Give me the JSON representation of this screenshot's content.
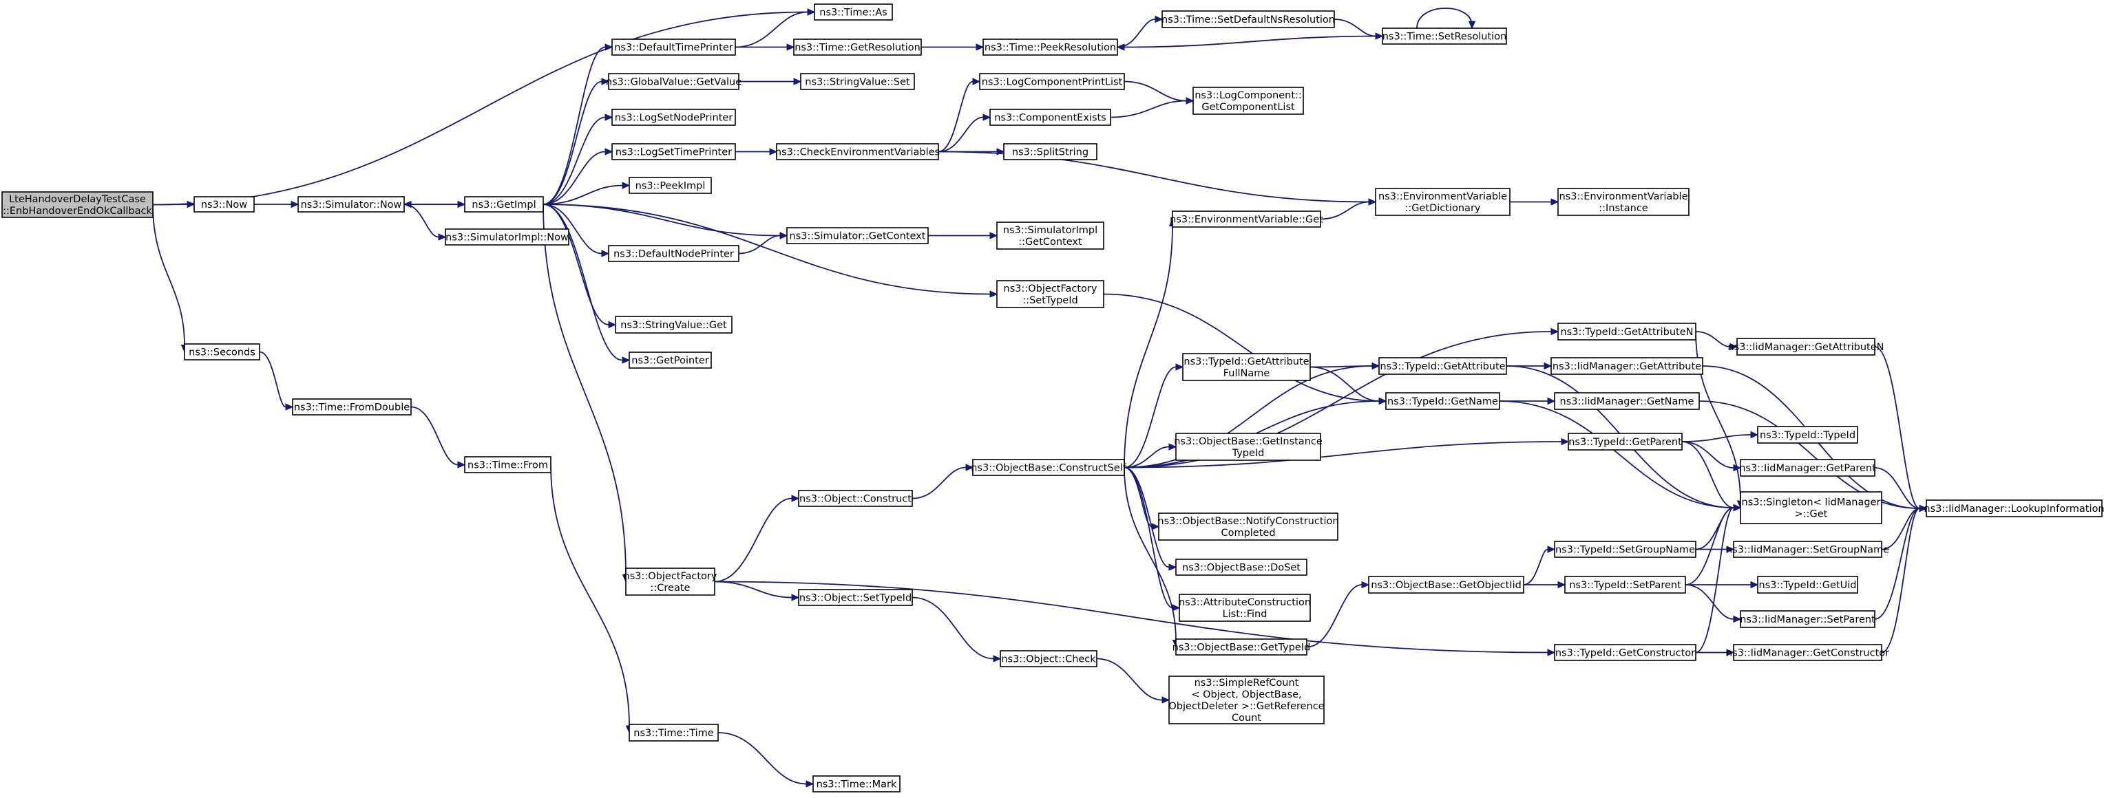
{
  "nodes": {
    "root": {
      "lines": [
        "LteHandoverDelayTestCase",
        "::EnbHandoverEndOkCallback"
      ],
      "root": true
    },
    "now": {
      "lines": [
        "ns3::Now"
      ]
    },
    "seconds": {
      "lines": [
        "ns3::Seconds"
      ]
    },
    "simNow": {
      "lines": [
        "ns3::Simulator::Now"
      ]
    },
    "simImplNow": {
      "lines": [
        "ns3::SimulatorImpl::Now"
      ]
    },
    "fromDouble": {
      "lines": [
        "ns3::Time::FromDouble"
      ]
    },
    "timeFrom": {
      "lines": [
        "ns3::Time::From"
      ]
    },
    "getImpl": {
      "lines": [
        "ns3::GetImpl"
      ]
    },
    "timeAs": {
      "lines": [
        "ns3::Time::As"
      ]
    },
    "defTimePrinter": {
      "lines": [
        "ns3::DefaultTimePrinter"
      ]
    },
    "gvGetValue": {
      "lines": [
        "ns3::GlobalValue::GetValue"
      ]
    },
    "logSetNodePrinter": {
      "lines": [
        "ns3::LogSetNodePrinter"
      ]
    },
    "logSetTimePrinter": {
      "lines": [
        "ns3::LogSetTimePrinter"
      ]
    },
    "peekImpl": {
      "lines": [
        "ns3::PeekImpl"
      ]
    },
    "defNodePrinter": {
      "lines": [
        "ns3::DefaultNodePrinter"
      ]
    },
    "svGet": {
      "lines": [
        "ns3::StringValue::Get"
      ]
    },
    "getPointer": {
      "lines": [
        "ns3::GetPointer"
      ]
    },
    "ofCreate": {
      "lines": [
        "ns3::ObjectFactory",
        "::Create"
      ]
    },
    "timeTime": {
      "lines": [
        "ns3::Time::Time"
      ]
    },
    "timeMark": {
      "lines": [
        "ns3::Time::Mark"
      ]
    },
    "getResolution": {
      "lines": [
        "ns3::Time::GetResolution"
      ]
    },
    "svSet": {
      "lines": [
        "ns3::StringValue::Set"
      ]
    },
    "checkEnv": {
      "lines": [
        "ns3::CheckEnvironmentVariables"
      ]
    },
    "simGetContext": {
      "lines": [
        "ns3::Simulator::GetContext"
      ]
    },
    "objConstruct": {
      "lines": [
        "ns3::Object::Construct"
      ]
    },
    "objSetTypeId": {
      "lines": [
        "ns3::Object::SetTypeId"
      ]
    },
    "peekResolution": {
      "lines": [
        "ns3::Time::PeekResolution"
      ]
    },
    "logCompPrintList": {
      "lines": [
        "ns3::LogComponentPrintList"
      ]
    },
    "compExists": {
      "lines": [
        "ns3::ComponentExists"
      ]
    },
    "splitString": {
      "lines": [
        "ns3::SplitString"
      ]
    },
    "simImplGetContext": {
      "lines": [
        "ns3::SimulatorImpl",
        "::GetContext"
      ]
    },
    "ofSetTypeId": {
      "lines": [
        "ns3::ObjectFactory",
        "::SetTypeId"
      ]
    },
    "obConstructSelf": {
      "lines": [
        "ns3::ObjectBase::ConstructSelf"
      ]
    },
    "objCheck": {
      "lines": [
        "ns3::Object::Check"
      ]
    },
    "setDefaultNsRes": {
      "lines": [
        "ns3::Time::SetDefaultNsResolution"
      ]
    },
    "setResolution": {
      "lines": [
        "ns3::Time::SetResolution"
      ]
    },
    "logCompGetList": {
      "lines": [
        "ns3::LogComponent::",
        "GetComponentList"
      ]
    },
    "envVarGet": {
      "lines": [
        "ns3::EnvironmentVariable::Get"
      ]
    },
    "envVarGetDict": {
      "lines": [
        "ns3::EnvironmentVariable",
        "::GetDictionary"
      ]
    },
    "envVarInstance": {
      "lines": [
        "ns3::EnvironmentVariable",
        "::Instance"
      ]
    },
    "tidGetAttrFullName": {
      "lines": [
        "ns3::TypeId::GetAttribute",
        "FullName"
      ]
    },
    "obGetInstanceTypeId": {
      "lines": [
        "ns3::ObjectBase::GetInstance",
        "TypeId"
      ]
    },
    "obNotifyConstruction": {
      "lines": [
        "ns3::ObjectBase::NotifyConstruction",
        "Completed"
      ]
    },
    "obDoSet": {
      "lines": [
        "ns3::ObjectBase::DoSet"
      ]
    },
    "attrConstrFind": {
      "lines": [
        "ns3::AttributeConstruction",
        "List::Find"
      ]
    },
    "obGetTypeId": {
      "lines": [
        "ns3::ObjectBase::GetTypeId"
      ]
    },
    "simpleRefCount": {
      "lines": [
        "ns3::SimpleRefCount",
        "< Object, ObjectBase,",
        "ObjectDeleter >::GetReference",
        "Count"
      ]
    },
    "tidGetAttribute": {
      "lines": [
        "ns3::TypeId::GetAttribute"
      ]
    },
    "tidGetName": {
      "lines": [
        "ns3::TypeId::GetName"
      ]
    },
    "obGetObjectIid": {
      "lines": [
        "ns3::ObjectBase::GetObjectIid"
      ]
    },
    "tidGetAttributeN": {
      "lines": [
        "ns3::TypeId::GetAttributeN"
      ]
    },
    "tidGetParent": {
      "lines": [
        "ns3::TypeId::GetParent"
      ]
    },
    "tidSetGroupName": {
      "lines": [
        "ns3::TypeId::SetGroupName"
      ]
    },
    "tidSetParent": {
      "lines": [
        "ns3::TypeId::SetParent"
      ]
    },
    "tidGetConstructor": {
      "lines": [
        "ns3::TypeId::GetConstructor"
      ]
    },
    "iidGetAttribute": {
      "lines": [
        "ns3::IidManager::GetAttribute"
      ]
    },
    "iidGetName": {
      "lines": [
        "ns3::IidManager::GetName"
      ]
    },
    "iidGetAttributeN": {
      "lines": [
        "ns3::IidManager::GetAttributeN"
      ]
    },
    "tidTypeId": {
      "lines": [
        "ns3::TypeId::TypeId"
      ]
    },
    "iidGetParent": {
      "lines": [
        "ns3::IidManager::GetParent"
      ]
    },
    "singletonGet": {
      "lines": [
        "ns3::Singleton< IidManager",
        ">::Get"
      ]
    },
    "iidSetGroupName": {
      "lines": [
        "ns3::IidManager::SetGroupName"
      ]
    },
    "tidGetUid": {
      "lines": [
        "ns3::TypeId::GetUid"
      ]
    },
    "iidSetParent": {
      "lines": [
        "ns3::IidManager::SetParent"
      ]
    },
    "iidGetConstructor": {
      "lines": [
        "ns3::IidManager::GetConstructor"
      ]
    },
    "iidLookupInfo": {
      "lines": [
        "ns3::IidManager::LookupInformation"
      ]
    }
  },
  "edges": [
    [
      "root",
      "now"
    ],
    [
      "root",
      "seconds"
    ],
    [
      "root",
      "timeAs"
    ],
    [
      "now",
      "simNow"
    ],
    [
      "simNow",
      "getImpl"
    ],
    [
      "simNow",
      "simImplNow"
    ],
    [
      "seconds",
      "fromDouble"
    ],
    [
      "fromDouble",
      "timeFrom"
    ],
    [
      "timeFrom",
      "timeTime"
    ],
    [
      "timeTime",
      "timeMark"
    ],
    [
      "getImpl",
      "defTimePrinter"
    ],
    [
      "getImpl",
      "simNow"
    ],
    [
      "getImpl",
      "gvGetValue"
    ],
    [
      "getImpl",
      "logSetNodePrinter"
    ],
    [
      "getImpl",
      "logSetTimePrinter"
    ],
    [
      "getImpl",
      "peekImpl"
    ],
    [
      "getImpl",
      "defNodePrinter"
    ],
    [
      "getImpl",
      "svGet"
    ],
    [
      "getImpl",
      "getPointer"
    ],
    [
      "getImpl",
      "ofCreate"
    ],
    [
      "getImpl",
      "simGetContext"
    ],
    [
      "getImpl",
      "ofSetTypeId"
    ],
    [
      "defTimePrinter",
      "timeAs"
    ],
    [
      "defTimePrinter",
      "getResolution"
    ],
    [
      "gvGetValue",
      "svSet"
    ],
    [
      "logSetTimePrinter",
      "checkEnv"
    ],
    [
      "defNodePrinter",
      "simGetContext"
    ],
    [
      "ofCreate",
      "objConstruct"
    ],
    [
      "ofCreate",
      "objSetTypeId"
    ],
    [
      "ofCreate",
      "tidGetConstructor"
    ],
    [
      "getResolution",
      "peekResolution"
    ],
    [
      "checkEnv",
      "logCompPrintList"
    ],
    [
      "checkEnv",
      "compExists"
    ],
    [
      "checkEnv",
      "splitString"
    ],
    [
      "checkEnv",
      "envVarGetDict"
    ],
    [
      "simGetContext",
      "simImplGetContext"
    ],
    [
      "objConstruct",
      "obConstructSelf"
    ],
    [
      "objSetTypeId",
      "objCheck"
    ],
    [
      "peekResolution",
      "setDefaultNsRes"
    ],
    [
      "logCompPrintList",
      "logCompGetList"
    ],
    [
      "compExists",
      "logCompGetList"
    ],
    [
      "ofSetTypeId",
      "tidGetName"
    ],
    [
      "obConstructSelf",
      "envVarGet"
    ],
    [
      "obConstructSelf",
      "tidGetAttributeN"
    ],
    [
      "obConstructSelf",
      "tidGetAttrFullName"
    ],
    [
      "obConstructSelf",
      "tidGetAttribute"
    ],
    [
      "obConstructSelf",
      "tidGetName"
    ],
    [
      "obConstructSelf",
      "obGetInstanceTypeId"
    ],
    [
      "obConstructSelf",
      "tidGetParent"
    ],
    [
      "obConstructSelf",
      "obNotifyConstruction"
    ],
    [
      "obConstructSelf",
      "obDoSet"
    ],
    [
      "obConstructSelf",
      "attrConstrFind"
    ],
    [
      "obConstructSelf",
      "obGetTypeId"
    ],
    [
      "objCheck",
      "simpleRefCount"
    ],
    [
      "setDefaultNsRes",
      "setResolution"
    ],
    [
      "setResolution",
      "setResolution"
    ],
    [
      "setResolution",
      "peekResolution"
    ],
    [
      "envVarGet",
      "envVarGetDict"
    ],
    [
      "envVarGetDict",
      "envVarInstance"
    ],
    [
      "tidGetAttrFullName",
      "tidGetAttribute"
    ],
    [
      "tidGetAttrFullName",
      "tidGetName"
    ],
    [
      "obGetTypeId",
      "obGetObjectIid"
    ],
    [
      "tidGetAttribute",
      "iidGetAttribute"
    ],
    [
      "tidGetAttribute",
      "singletonGet"
    ],
    [
      "tidGetName",
      "iidGetName"
    ],
    [
      "tidGetName",
      "singletonGet"
    ],
    [
      "obGetObjectIid",
      "tidSetGroupName"
    ],
    [
      "obGetObjectIid",
      "tidSetParent"
    ],
    [
      "tidGetAttributeN",
      "iidGetAttributeN"
    ],
    [
      "tidGetAttributeN",
      "singletonGet"
    ],
    [
      "tidGetParent",
      "tidTypeId"
    ],
    [
      "tidGetParent",
      "iidGetParent"
    ],
    [
      "tidGetParent",
      "singletonGet"
    ],
    [
      "tidSetGroupName",
      "singletonGet"
    ],
    [
      "tidSetGroupName",
      "iidSetGroupName"
    ],
    [
      "tidSetParent",
      "singletonGet"
    ],
    [
      "tidSetParent",
      "tidGetUid"
    ],
    [
      "tidSetParent",
      "iidSetParent"
    ],
    [
      "tidGetConstructor",
      "singletonGet"
    ],
    [
      "tidGetConstructor",
      "iidGetConstructor"
    ],
    [
      "iidGetAttribute",
      "iidLookupInfo"
    ],
    [
      "iidGetName",
      "iidLookupInfo"
    ],
    [
      "iidGetAttributeN",
      "iidLookupInfo"
    ],
    [
      "iidGetParent",
      "iidLookupInfo"
    ],
    [
      "iidSetGroupName",
      "iidLookupInfo"
    ],
    [
      "iidSetParent",
      "iidLookupInfo"
    ],
    [
      "iidGetConstructor",
      "iidLookupInfo"
    ]
  ]
}
